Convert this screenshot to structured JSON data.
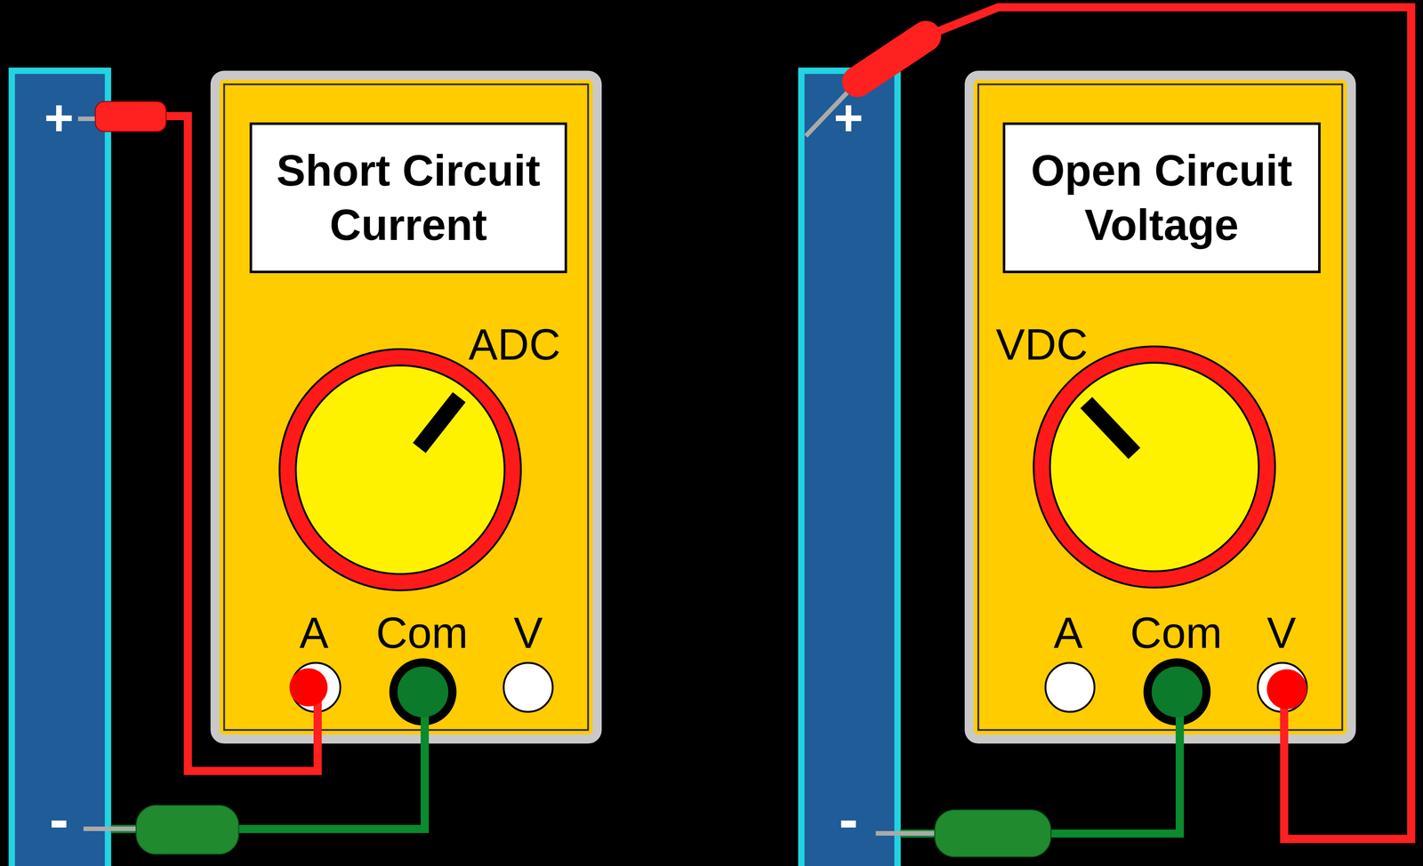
{
  "diagram": {
    "nodes": [
      {
        "text": [
          "+",
          "-"
        ]
      },
      {
        "text": [
          "ADC",
          "A",
          "Com",
          "V"
        ]
      },
      {
        "text": [
          "Short Circuit Current"
        ],
        "in": 1
      },
      {
        "text": [
          "+",
          "-"
        ]
      },
      {
        "text": [
          "VDC",
          "A",
          "Com",
          "V"
        ]
      },
      {
        "text": [
          "Open Circuit Voltage"
        ],
        "in": 4
      }
    ],
    "edges": [
      {
        "from": 0,
        "to": 1,
        "arrow": "none"
      },
      {
        "from": 0,
        "to": 1,
        "arrow": "none"
      },
      {
        "from": 3,
        "to": 4,
        "arrow": "none"
      },
      {
        "from": 3,
        "to": 4,
        "arrow": "none"
      }
    ]
  }
}
